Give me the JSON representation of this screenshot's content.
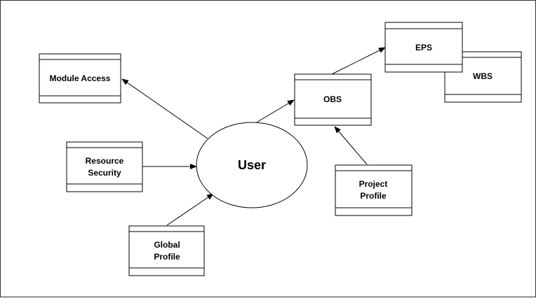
{
  "diagram": {
    "center": {
      "label": "User"
    },
    "boxes": {
      "module_access": {
        "line1": "Module Access",
        "line2": ""
      },
      "resource_security": {
        "line1": "Resource",
        "line2": "Security"
      },
      "global_profile": {
        "line1": "Global",
        "line2": "Profile"
      },
      "obs": {
        "line1": "OBS",
        "line2": ""
      },
      "eps": {
        "line1": "EPS",
        "line2": ""
      },
      "wbs": {
        "line1": "WBS",
        "line2": ""
      },
      "project_profile": {
        "line1": "Project",
        "line2": "Profile"
      }
    }
  }
}
